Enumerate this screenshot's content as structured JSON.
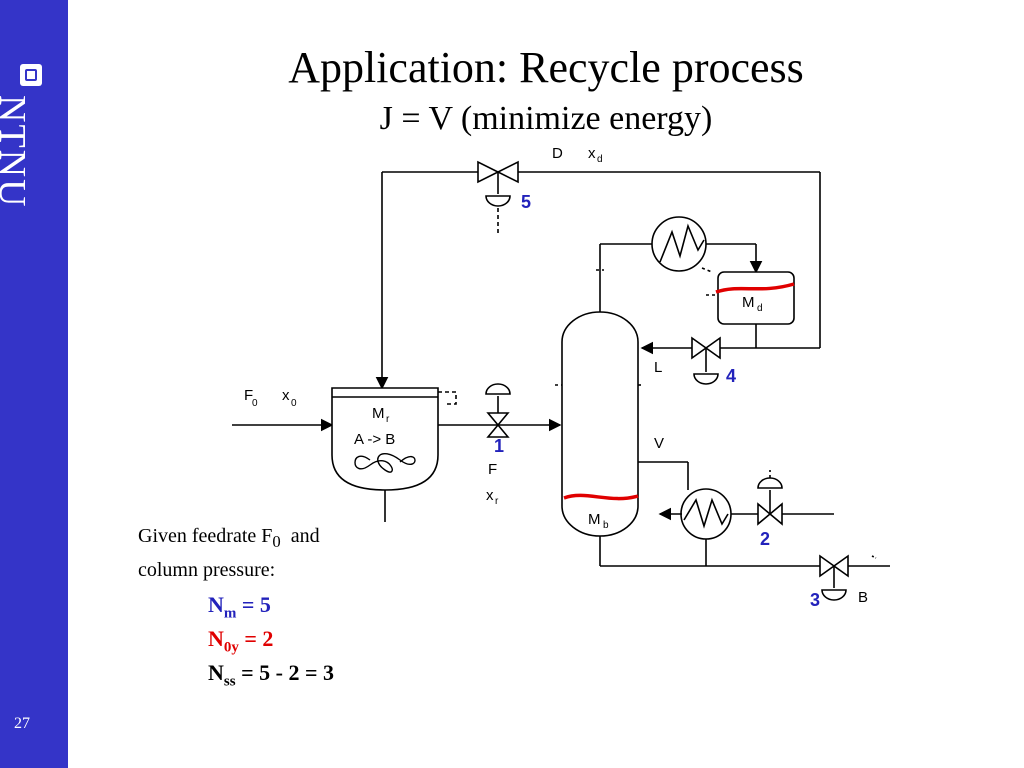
{
  "sidebar": {
    "logo_text": "NTNU",
    "page_number": "27"
  },
  "header": {
    "title": "Application: Recycle process",
    "subtitle": "J = V (minimize energy)"
  },
  "diagram": {
    "distillate": {
      "label": "D",
      "composition": "x",
      "composition_sub": "d"
    },
    "feed": {
      "label": "F",
      "label_sub": "0",
      "composition": "x",
      "composition_sub": "0"
    },
    "reactor": {
      "holdup": "M",
      "holdup_sub": "r",
      "reaction": "A -> B"
    },
    "reactor_outlet": {
      "label": "F",
      "composition": "x",
      "composition_sub": "r"
    },
    "condenser_drum": {
      "holdup": "M",
      "holdup_sub": "d"
    },
    "reboiler": {
      "holdup": "M",
      "holdup_sub": "b"
    },
    "reflux": {
      "label": "L"
    },
    "boilup": {
      "label": "V"
    },
    "bottoms": {
      "label": "B"
    },
    "valves": [
      "1",
      "2",
      "3",
      "4",
      "5"
    ],
    "colors": {
      "level": "#e00000",
      "valve_number": "#2222bb"
    }
  },
  "given": {
    "line1_prefix": "Given feedrate F",
    "line1_sub": "0",
    "line1_suffix": "and",
    "line2": "column pressure:"
  },
  "equations": {
    "nm": {
      "prefix": "N",
      "sub": "m",
      "rest": " = 5",
      "color": "#2222bb"
    },
    "n0y": {
      "prefix": "N",
      "sub": "0y",
      "rest": " = 2",
      "color": "#e00000"
    },
    "nss": {
      "prefix": "N",
      "sub": "ss",
      "rest": " = 5 - 2 = 3",
      "color": "#000000"
    }
  }
}
